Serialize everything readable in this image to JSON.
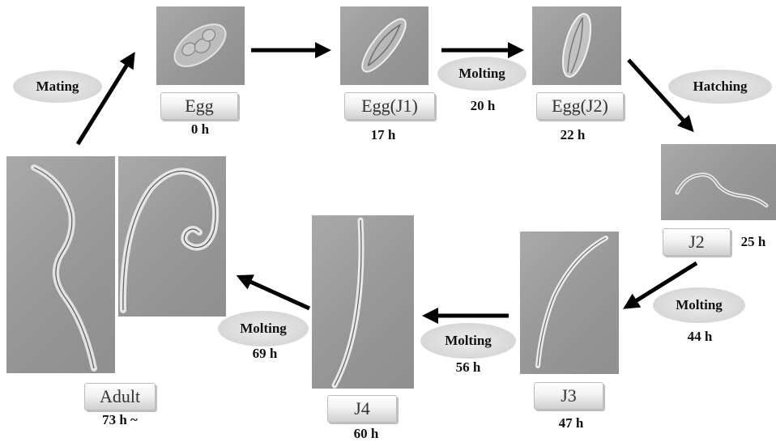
{
  "stages": {
    "egg": {
      "label": "Egg",
      "time": "0 h"
    },
    "egg_j1": {
      "label": "Egg(J1)",
      "time": "17 h"
    },
    "egg_j2": {
      "label": "Egg(J2)",
      "time": "22 h"
    },
    "j2": {
      "label": "J2",
      "time": "25 h"
    },
    "j3": {
      "label": "J3",
      "time": "47 h"
    },
    "j4": {
      "label": "J4",
      "time": "60 h"
    },
    "adult": {
      "label": "Adult",
      "time": "73 h ~"
    }
  },
  "transitions": {
    "mating": {
      "label": "Mating"
    },
    "molting_j1_j2": {
      "label": "Molting",
      "time": "20 h"
    },
    "hatching": {
      "label": "Hatching"
    },
    "molting_j2_j3": {
      "label": "Molting",
      "time": "44 h"
    },
    "molting_j3_j4": {
      "label": "Molting",
      "time": "56 h"
    },
    "molting_j4_adult": {
      "label": "Molting",
      "time": "69 h"
    }
  }
}
